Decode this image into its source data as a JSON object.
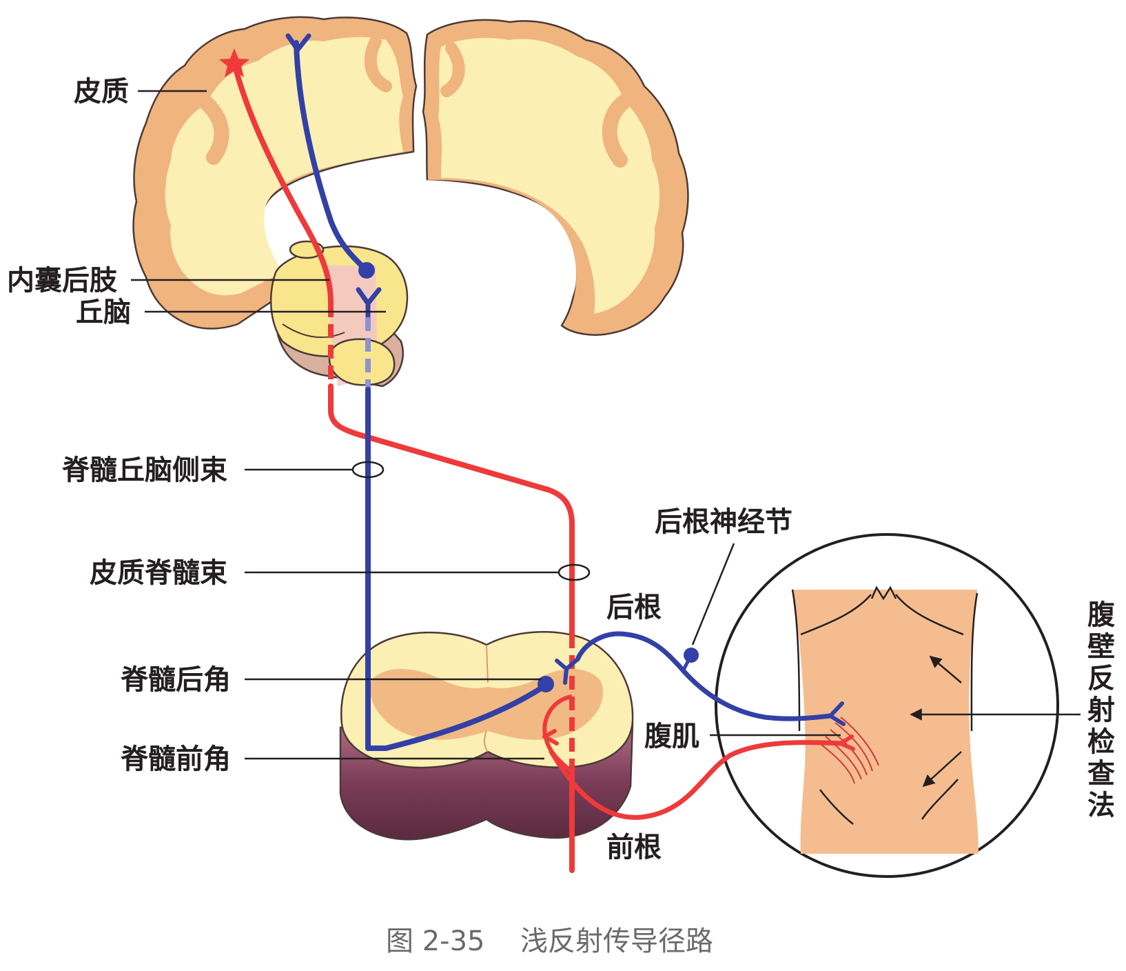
{
  "labels": {
    "cortex": "皮质",
    "internal_capsule_posterior_limb": "内囊后肢",
    "thalamus": "丘脑",
    "lateral_spinothalamic_tract": "脊髓丘脑侧束",
    "corticospinal_tract": "皮质脊髓束",
    "dorsal_root_ganglion": "后根神经节",
    "dorsal_root": "后根",
    "dorsal_horn": "脊髓后角",
    "abdominal_muscle": "腹肌",
    "ventral_horn": "脊髓前角",
    "ventral_root": "前根",
    "abdominal_reflex_exam": "腹壁反射检查法"
  },
  "caption": {
    "number": "图 2-35",
    "title": "浅反射传导径路"
  },
  "colors": {
    "motor_pathway": "#ee3a3a",
    "sensory_pathway": "#3340a6",
    "cortex_gray": "#f0b47f",
    "white_matter": "#fcefb4",
    "thalamus": "#f9e58c",
    "spinal_cord_side": "#8a4a66",
    "skin": "#f5bd8f"
  },
  "icons": [
    "neuron-cell-star-icon",
    "nerve-ending-y-icon",
    "synapse-dot-icon",
    "tract-ring-icon",
    "reflex-arrow-icon"
  ]
}
